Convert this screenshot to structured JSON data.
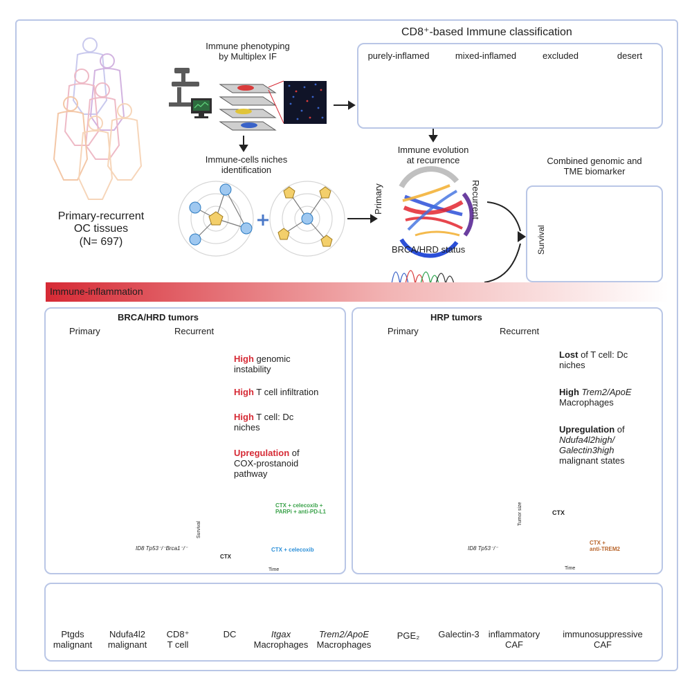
{
  "title_classification": "CD8⁺-based Immune classification",
  "phenotyping": [
    "Immune phenotyping",
    "by Multiplex IF"
  ],
  "classes": [
    "purely-inflamed",
    "mixed-inflamed",
    "excluded",
    "desert"
  ],
  "cohort": [
    "Primary-recurrent",
    "OC tissues",
    "(N= 697)"
  ],
  "niches": [
    "Immune-cells niches",
    "identification"
  ],
  "evolution": [
    "Immune evolution",
    "at recurrence"
  ],
  "chord_left": "Primary",
  "chord_right": "Recurrent",
  "brca_status": "BRCA/HRD status",
  "biomarker": [
    "Combined genomic and",
    "TME biomarker"
  ],
  "survival_axis": "Survival",
  "gradient_label": "Immune-inflammation",
  "brca_panel": {
    "title": "BRCA/HRD tumors",
    "primary": "Primary",
    "recurrent": "Recurrent",
    "features": [
      {
        "key": "High",
        "rest": [
          "genomic",
          "instability"
        ]
      },
      {
        "key": "High",
        "rest": [
          "T cell infiltration"
        ]
      },
      {
        "key": "High",
        "rest": [
          "T cell: Dc",
          "niches"
        ]
      },
      {
        "key": "Upregulation",
        "rest": [
          "of",
          "COX-prostanoid",
          "pathway"
        ]
      }
    ],
    "mouse_label": "ID8 Tp53⁻/⁻Brca1⁻/⁻",
    "km_treatment_1": [
      "CTX + celecoxib +",
      "PARPi + anti-PD-L1"
    ],
    "km_treatment_2": "CTX + celecoxib",
    "km_ctx": "CTX",
    "km_ylabel": "Survival",
    "km_xlabel": "Time"
  },
  "hrp_panel": {
    "title": "HRP tumors",
    "primary": "Primary",
    "recurrent": "Recurrent",
    "features": [
      {
        "key": "Lost",
        "rest": [
          "of T cell: Dc",
          "niches"
        ]
      },
      {
        "key": "High",
        "rest": [
          "Trem2/ApoE",
          "Macrophages"
        ]
      },
      {
        "key": "Upregulation",
        "rest": [
          "of",
          "Ndufa4l2high/",
          "Galectin3high",
          "malignant states"
        ]
      }
    ],
    "mouse_label": "ID8 Tp53⁻/⁻",
    "growth_ylabel": "Tumor size",
    "growth_xlabel": "Time",
    "ctx": "CTX",
    "combo": [
      "CTX +",
      "anti-TREM2"
    ]
  },
  "legend": [
    [
      "Ptgds",
      "malignant"
    ],
    [
      "Ndufa4l2",
      "malignant"
    ],
    [
      "CD8⁺",
      "T cell"
    ],
    [
      "DC"
    ],
    [
      "Itgax",
      "Macrophages"
    ],
    [
      "Trem2/ApoE",
      "Macrophages"
    ],
    [
      "PGE₂"
    ],
    [
      "Galectin-3"
    ],
    [
      "inflammatory",
      "CAF"
    ],
    [
      "immunosuppressive",
      "CAF"
    ]
  ],
  "colors": {
    "panel_border": "#b9c6e6",
    "accent_red": "#d62a35",
    "cd8_red": "#e5202a",
    "dc_blue": "#6cb6e6",
    "itgax_teal": "#6b8b86",
    "trem2_darkred": "#a3232c",
    "caf_light": "#cdb29f",
    "caf_orange": "#b8642a",
    "galectin_purple": "#6b2855",
    "pge2_green": "#3aa24a",
    "km_green": "#3aa24a",
    "km_blue": "#2b8fd8",
    "km_red": "#d64b3a",
    "km_orange": "#e8963a"
  }
}
